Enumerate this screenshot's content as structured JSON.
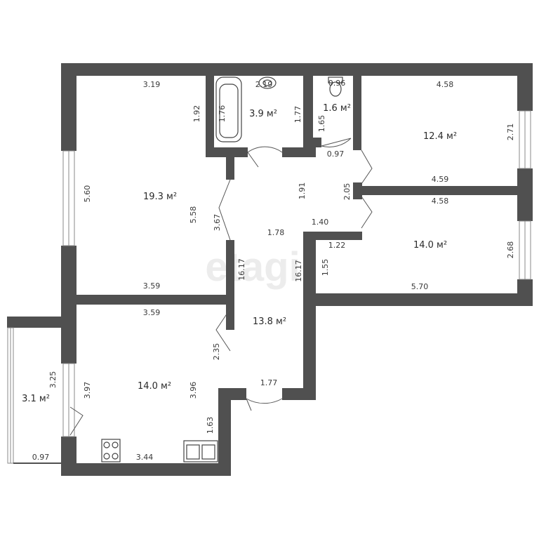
{
  "watermark": "etagi",
  "colors": {
    "wall": "#505050",
    "line": "#4a4a4a",
    "window": "#9a9a9a",
    "background": "#ffffff"
  },
  "areas": {
    "living_room": "19.3 м²",
    "bathroom": "3.9 м²",
    "toilet": "1.6 м²",
    "bedroom_top_right": "12.4 м²",
    "bedroom_right": "14.0 м²",
    "hallway": "13.8 м²",
    "kitchen": "14.0 м²",
    "balcony": "3.1 м²"
  },
  "dims": {
    "living_top": "3.19",
    "living_left": "5.60",
    "living_right": "5.58",
    "living_bottom": "3.59",
    "living_nook": "1.92",
    "bath_top": "2.19",
    "bath_left": "1.76",
    "bath_right": "1.77",
    "toilet_top": "0.96",
    "toilet_side": "1.65",
    "toilet_door": "0.97",
    "br1_top": "4.58",
    "br1_right": "2.71",
    "br1_bottom": "4.59",
    "br2_top": "4.58",
    "br2_right": "2.68",
    "br2_bottom": "5.70",
    "br2_notch_w": "1.22",
    "br2_notch_h": "1.55",
    "hall_upper": "1.91",
    "hall_w": "1.78",
    "hall_step": "1.40",
    "hall_door": "2.05",
    "hall_left": "3.67",
    "hall_long_left": "16.17",
    "hall_long_right": "16.17",
    "hall_bottom": "1.77",
    "hall_kitchen_door": "2.35",
    "kitchen_top": "3.59",
    "kitchen_left": "3.97",
    "kitchen_right": "3.96",
    "kitchen_bottom": "3.44",
    "kitchen_corner": "1.63",
    "balcony_side": "3.25",
    "balcony_bottom": "0.97"
  }
}
